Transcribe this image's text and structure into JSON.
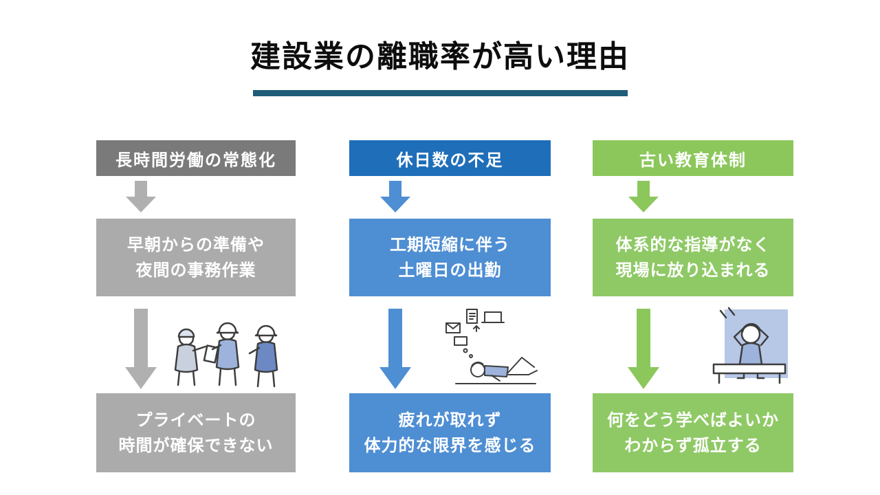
{
  "title": "建設業の離職率が高い理由",
  "colors": {
    "title_text": "#0D0D0D",
    "title_underline": "#1E5C78",
    "box_text": "#FFFFFF",
    "gray_header": "#7A7A7A",
    "gray_box": "#ABABAB",
    "gray_arrow": "#B0B0B0",
    "blue_header": "#1F6EB9",
    "blue_box": "#4E8ED3",
    "blue_arrow": "#4E8ED3",
    "green_header": "#8CC75C",
    "green_box": "#8FC966",
    "green_arrow": "#8CC75C"
  },
  "columns": [
    {
      "header": "長時間労働の常態化",
      "cause_lines": [
        "早朝からの準備や",
        "夜間の事務作業"
      ],
      "effect_lines": [
        "プライベートの",
        "時間が確保できない"
      ],
      "illustration": "construction-workers-talking"
    },
    {
      "header": "休日数の不足",
      "cause_lines": [
        "工期短縮に伴う",
        "土曜日の出勤"
      ],
      "effect_lines": [
        "疲れが取れず",
        "体力的な限界を感じる"
      ],
      "illustration": "exhausted-person-lying-down"
    },
    {
      "header": "古い教育体制",
      "cause_lines": [
        "体系的な指導がなく",
        "現場に放り込まれる"
      ],
      "effect_lines": [
        "何をどう学べばよいか",
        "わからず孤立する"
      ],
      "illustration": "stressed-person-holding-head"
    }
  ]
}
